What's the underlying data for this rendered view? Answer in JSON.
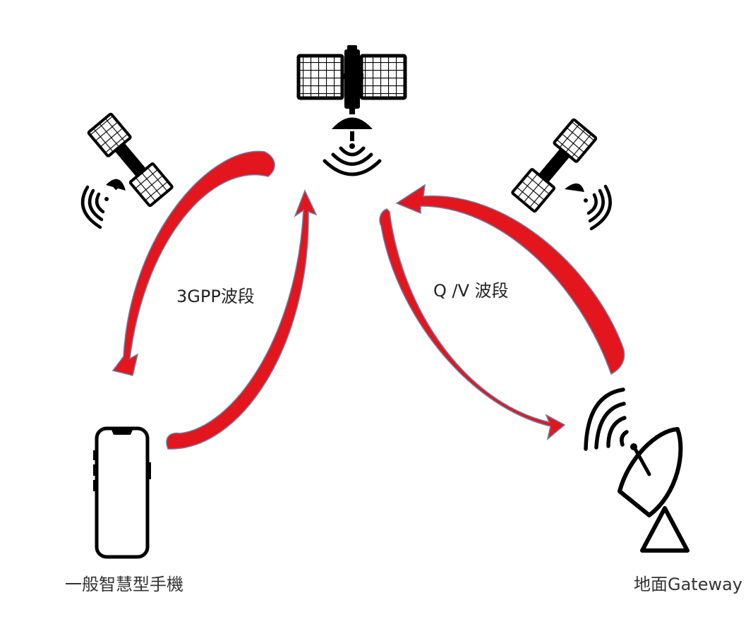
{
  "labels": {
    "band_3gpp": "3GPP波段",
    "band_qv": "Q /V 波段",
    "phone": "一般智慧型手機",
    "gateway": "地面Gateway"
  },
  "icons": {
    "main_satellite": "satellite-icon",
    "left_satellite": "satellite-icon",
    "right_satellite": "satellite-icon",
    "phone": "smartphone-icon",
    "gateway": "satellite-dish-icon"
  },
  "colors": {
    "arrow_red": "#e3161d",
    "arrow_edge": "#6d7fa6",
    "icon_black": "#000000"
  }
}
